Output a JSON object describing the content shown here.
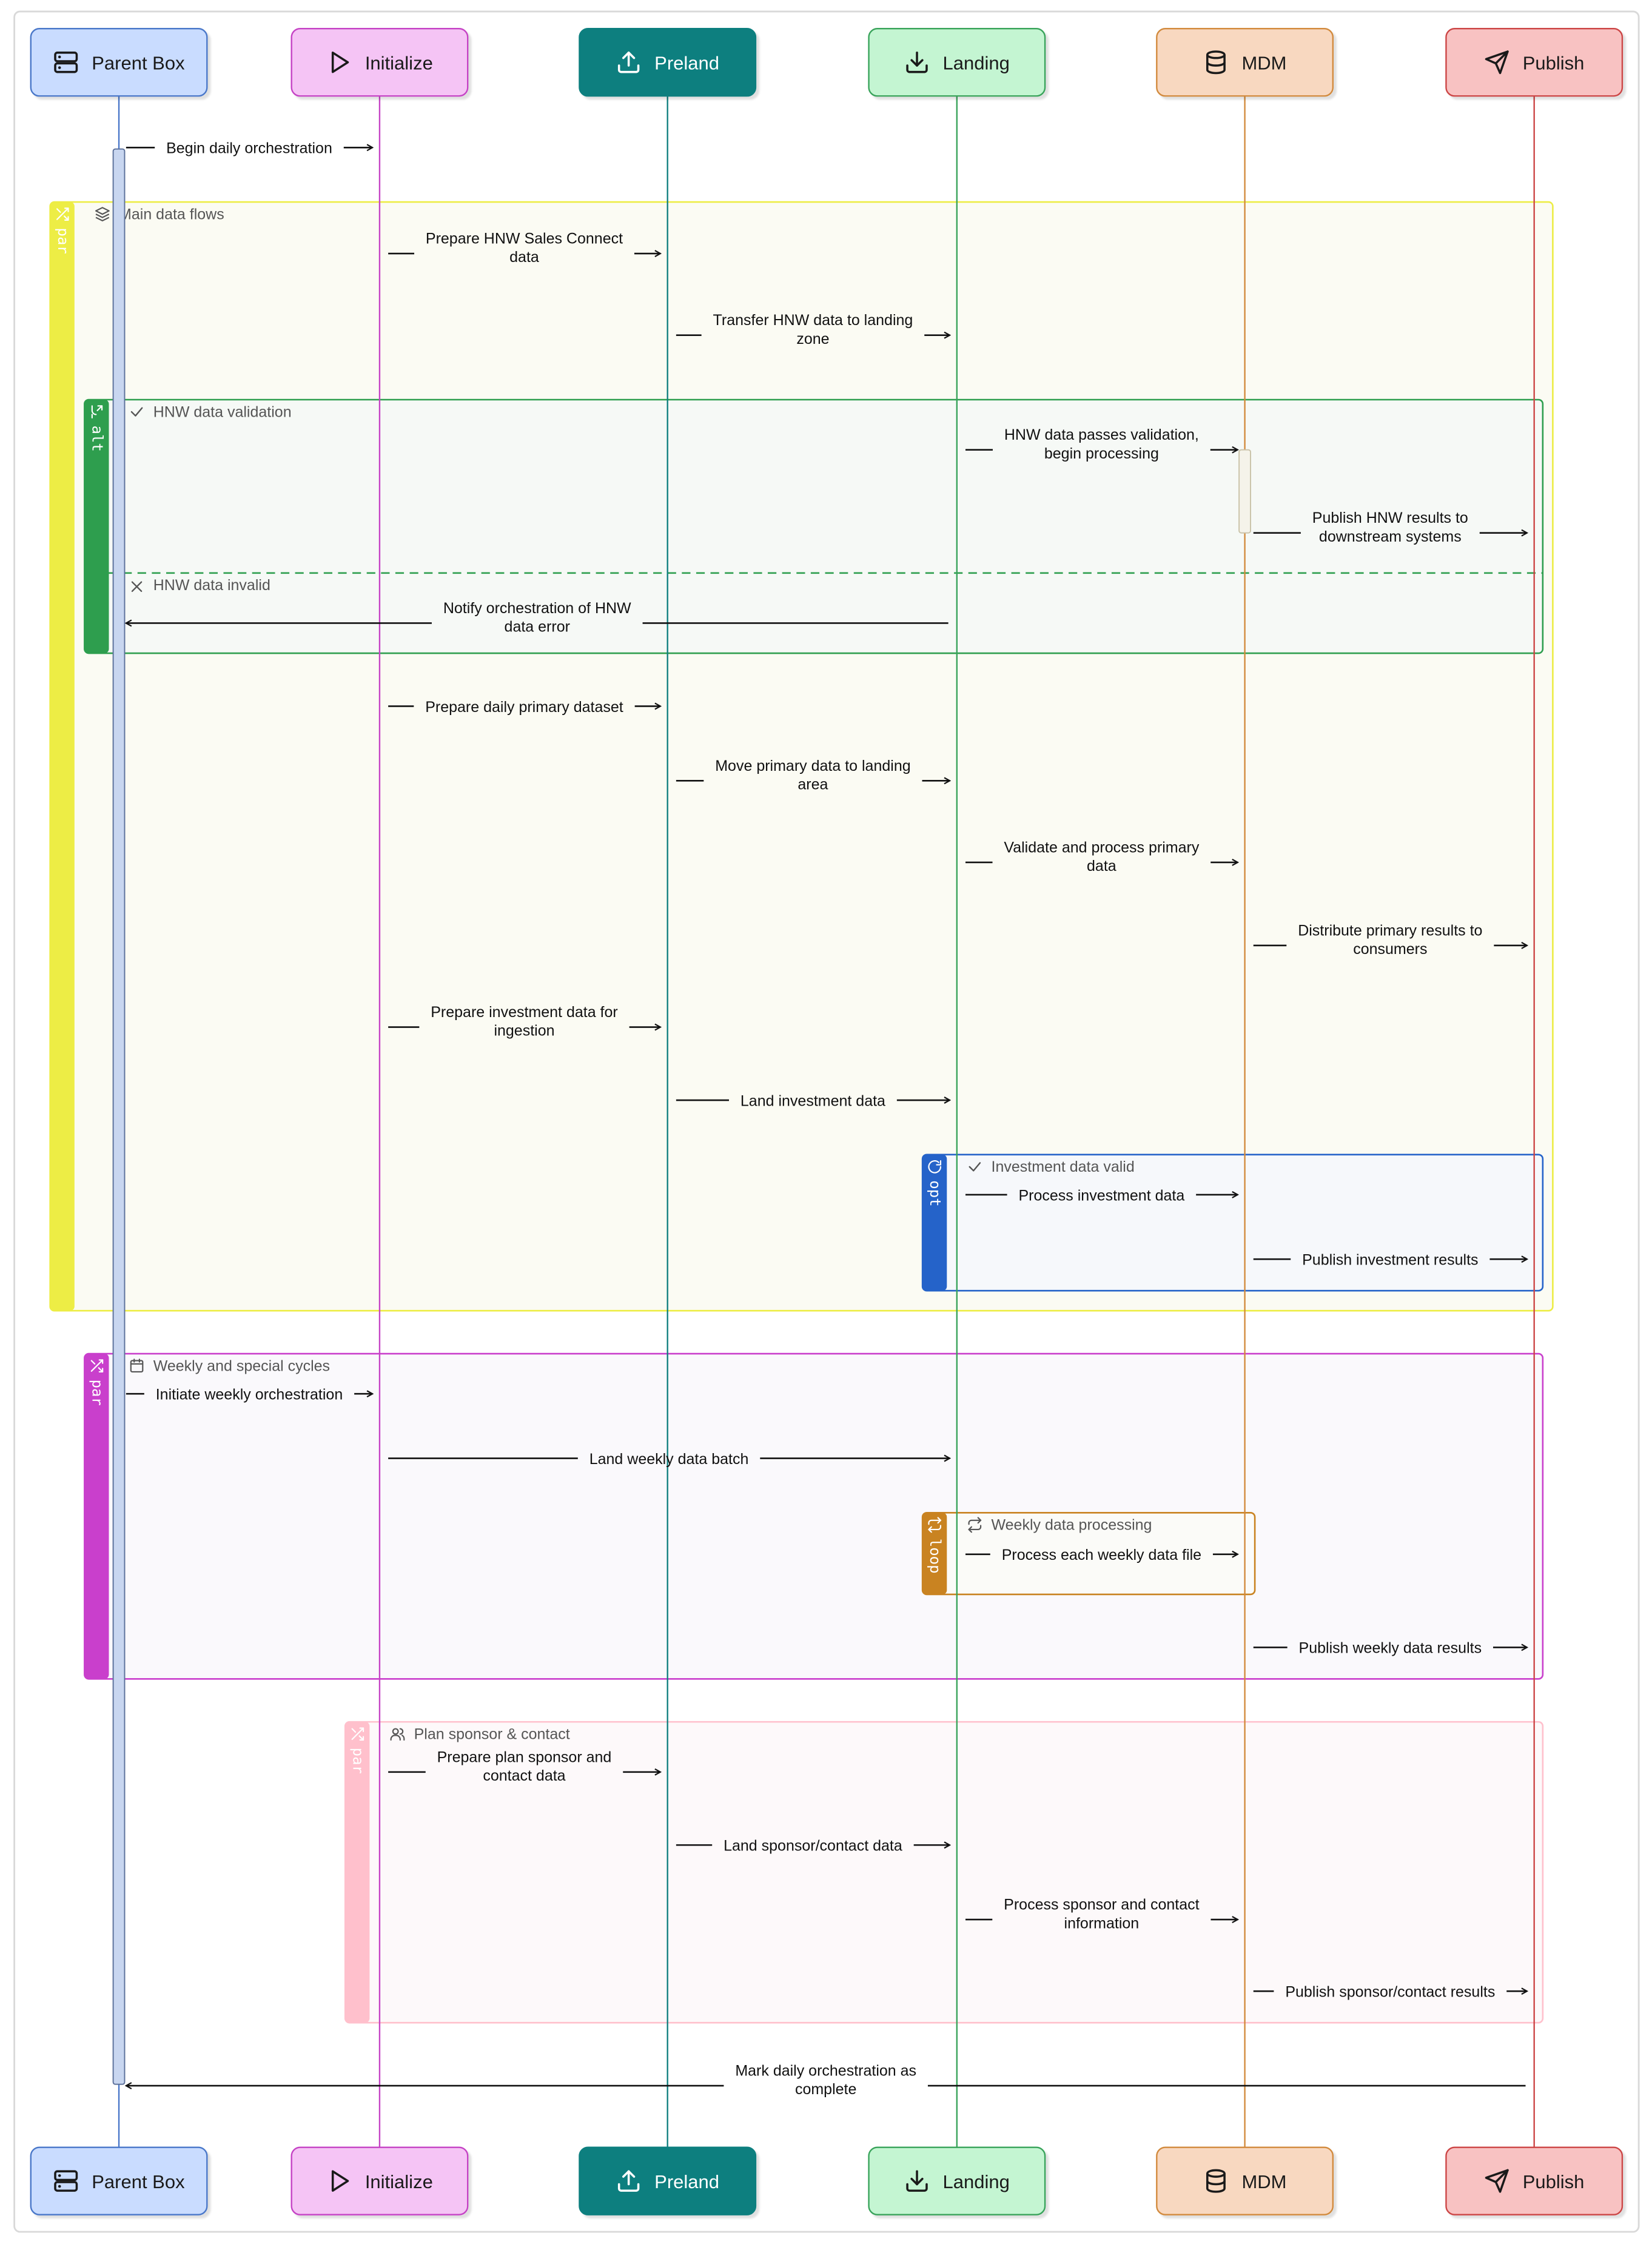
{
  "colors": {
    "frame_border": "#d9d9d9",
    "arrow": "#111111",
    "activation_fill": "#c8d6f0",
    "activation_stroke": "#5a6f99"
  },
  "participants": [
    {
      "id": "parent",
      "label": "Parent Box",
      "icon": "server-icon",
      "fill": "#c9dcff",
      "stroke": "#4a77c9",
      "text": "#1a1a1a",
      "line": "#4a77c9"
    },
    {
      "id": "init",
      "label": "Initialize",
      "icon": "play-icon",
      "fill": "#f5c4f5",
      "stroke": "#c543c5",
      "text": "#1a1a1a",
      "line": "#c543c5"
    },
    {
      "id": "preland",
      "label": "Preland",
      "icon": "upload-icon",
      "fill": "#0f7f7f",
      "stroke": "#0f7f7f",
      "text": "#ffffff",
      "line": "#0f7f7f"
    },
    {
      "id": "landing",
      "label": "Landing",
      "icon": "download-icon",
      "fill": "#c4f5d2",
      "stroke": "#38a35a",
      "text": "#1a1a1a",
      "line": "#38a35a"
    },
    {
      "id": "mdm",
      "label": "MDM",
      "icon": "database-icon",
      "fill": "#f8d8c0",
      "stroke": "#d28a3c",
      "text": "#1a1a1a",
      "line": "#d28a3c"
    },
    {
      "id": "publish",
      "label": "Publish",
      "icon": "send-icon",
      "fill": "#f8c2c2",
      "stroke": "#cc4444",
      "text": "#1a1a1a",
      "line": "#cc4444"
    }
  ],
  "fragments": [
    {
      "id": "main",
      "keyword": "par",
      "label": "Main data flows",
      "label_icon": "layers-icon",
      "keyword_icon": "shuffle-icon",
      "color": "#eded45",
      "bg": "#fbfbf3",
      "border": "#eded45"
    },
    {
      "id": "hnw",
      "keyword": "alt",
      "label": "HNW data validation",
      "label_icon": "check-icon",
      "keyword_icon": "branch-icon",
      "color": "#2e9e4e",
      "bg": "#f6f9f6",
      "border": "#2e9e4e",
      "else_label": "HNW data invalid",
      "else_icon": "x-icon"
    },
    {
      "id": "invest",
      "keyword": "opt",
      "label": "Investment data valid",
      "label_icon": "check-icon",
      "keyword_icon": "redo-icon",
      "color": "#2563c9",
      "bg": "#f6f8fb",
      "border": "#2563c9"
    },
    {
      "id": "weekly",
      "keyword": "par",
      "label": "Weekly and special cycles",
      "label_icon": "calendar-icon",
      "keyword_icon": "shuffle-icon",
      "color": "#c93fcc",
      "bg": "#faf9fc",
      "border": "#c93fcc"
    },
    {
      "id": "loop",
      "keyword": "loop",
      "label": "Weekly data processing",
      "label_icon": "repeat-icon",
      "keyword_icon": "repeat-icon",
      "color": "#c98321",
      "bg": "#fbfbf8",
      "border": "#c98321"
    },
    {
      "id": "sponsor",
      "keyword": "par",
      "label": "Plan sponsor & contact",
      "label_icon": "users-icon",
      "keyword_icon": "shuffle-icon",
      "color": "#ffc0cc",
      "bg": "#fdf9fa",
      "border": "#ffc0cc"
    }
  ],
  "messages": [
    {
      "from": "parent",
      "to": "init",
      "lines": [
        "Begin daily orchestration"
      ]
    },
    {
      "from": "init",
      "to": "preland",
      "lines": [
        "Prepare HNW Sales Connect",
        "data"
      ]
    },
    {
      "from": "preland",
      "to": "landing",
      "lines": [
        "Transfer HNW data to landing",
        "zone"
      ]
    },
    {
      "from": "landing",
      "to": "mdm",
      "lines": [
        "HNW data passes validation,",
        "begin processing"
      ]
    },
    {
      "from": "mdm",
      "to": "publish",
      "lines": [
        "Publish HNW results to",
        "downstream systems"
      ]
    },
    {
      "from": "landing",
      "to": "parent",
      "lines": [
        "Notify orchestration of HNW",
        "data error"
      ]
    },
    {
      "from": "init",
      "to": "preland",
      "lines": [
        "Prepare daily primary dataset"
      ]
    },
    {
      "from": "preland",
      "to": "landing",
      "lines": [
        "Move primary data to landing",
        "area"
      ]
    },
    {
      "from": "landing",
      "to": "mdm",
      "lines": [
        "Validate and process primary",
        "data"
      ]
    },
    {
      "from": "mdm",
      "to": "publish",
      "lines": [
        "Distribute primary results to",
        "consumers"
      ]
    },
    {
      "from": "init",
      "to": "preland",
      "lines": [
        "Prepare investment data for",
        "ingestion"
      ]
    },
    {
      "from": "preland",
      "to": "landing",
      "lines": [
        "Land investment data"
      ]
    },
    {
      "from": "landing",
      "to": "mdm",
      "lines": [
        "Process investment data"
      ]
    },
    {
      "from": "mdm",
      "to": "publish",
      "lines": [
        "Publish investment results"
      ]
    },
    {
      "from": "parent",
      "to": "init",
      "lines": [
        "Initiate weekly orchestration"
      ]
    },
    {
      "from": "init",
      "to": "landing",
      "lines": [
        "Land weekly data batch"
      ]
    },
    {
      "from": "landing",
      "to": "mdm",
      "lines": [
        "Process each weekly data file"
      ]
    },
    {
      "from": "mdm",
      "to": "publish",
      "lines": [
        "Publish weekly data results"
      ]
    },
    {
      "from": "init",
      "to": "preland",
      "lines": [
        "Prepare plan sponsor and",
        "contact data"
      ]
    },
    {
      "from": "preland",
      "to": "landing",
      "lines": [
        "Land sponsor/contact data"
      ]
    },
    {
      "from": "landing",
      "to": "mdm",
      "lines": [
        "Process sponsor and contact",
        "information"
      ]
    },
    {
      "from": "mdm",
      "to": "publish",
      "lines": [
        "Publish sponsor/contact results"
      ]
    },
    {
      "from": "publish",
      "to": "parent",
      "lines": [
        "Mark daily orchestration as",
        "complete"
      ]
    }
  ]
}
